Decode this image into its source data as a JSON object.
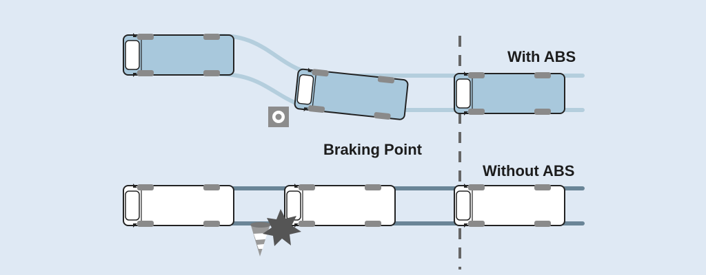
{
  "labels": {
    "with_abs": "With ABS",
    "without_abs": "Without ABS",
    "braking_point": "Braking Point"
  },
  "colors": {
    "background": "#dfe9f4",
    "abs_track": "#b4cedd",
    "no_abs_track": "#6a8597",
    "abs_van_body": "#a8c8dc",
    "no_abs_van_body": "#ffffff",
    "van_outline": "#222222",
    "tire": "#8a8a8a",
    "braking_line": "#666666",
    "obstacle": "#555555"
  },
  "icons": {
    "abs_obstacle": "target-marker-icon",
    "no_abs_obstacle": "traffic-cone-icon",
    "collision": "collision-burst-icon"
  }
}
